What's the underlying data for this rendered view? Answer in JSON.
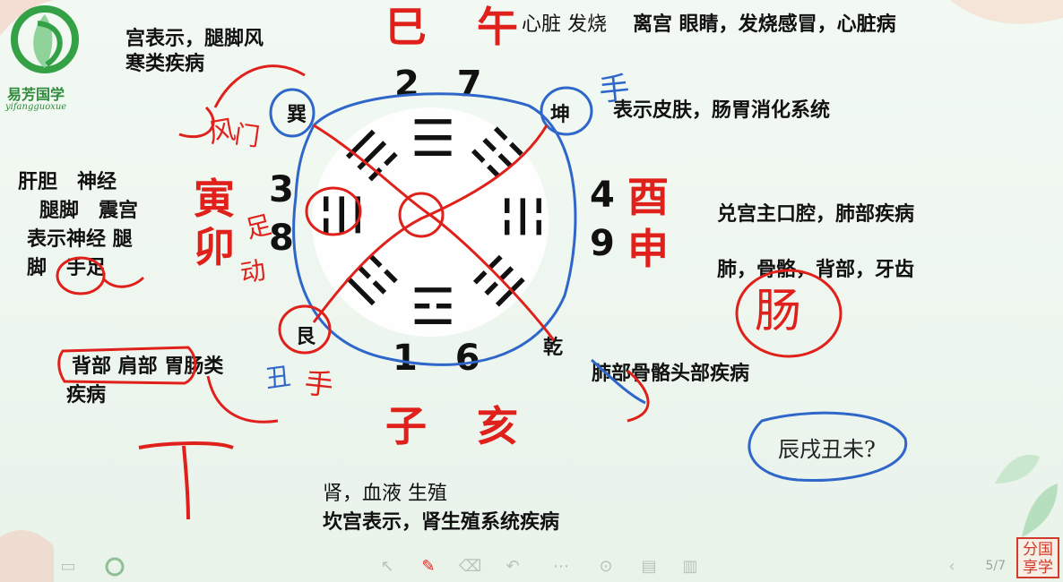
{
  "logo": {
    "brand_cn": "易芳国学",
    "brand_pinyin": "yifangguoxue"
  },
  "top": {
    "branches_top": "巳 午",
    "top_right_normal": "心脏 发烧",
    "top_right_bold": "离宫 眼睛，发烧感冒，心脏病",
    "num_top": "2 7"
  },
  "left_top": {
    "line1": "宫表示，腿脚风",
    "line2": "寒类疾病"
  },
  "left_mid": {
    "line1": "肝胆　神经",
    "line2": "腿脚　震宫",
    "line3": "表示神经 腿",
    "line4": "脚　手足"
  },
  "left_branch": {
    "line1": "寅",
    "line2": "卯"
  },
  "left_nums": {
    "line1": "3",
    "line2": "8"
  },
  "right_branch": {
    "line1": "酉",
    "line2": "申"
  },
  "right_nums": {
    "line1": "4",
    "line2": "9"
  },
  "right_top": {
    "text": "表示皮肤，肠胃消化系统"
  },
  "right_mid": {
    "line1": "兑宫主口腔，肺部疾病",
    "line2": "肺，骨骼，背部，牙齿"
  },
  "bottom_left": {
    "line1": "背部 肩部 胃肠类",
    "line2": "疾病"
  },
  "bottom_right": {
    "text": "肺部骨骼头部疾病"
  },
  "bottom": {
    "branches_bottom": "子 亥",
    "num_bottom": "1 6",
    "line1": "肾，血液 生殖",
    "line2": "坎宫表示，肾生殖系统疾病"
  },
  "palaces": {
    "xun": "巽",
    "kun": "坤",
    "gen": "艮",
    "qian": "乾"
  },
  "trigrams": {
    "n": "☰",
    "ne": "☷",
    "e": "☵",
    "se": "☶",
    "s": "☲",
    "sw": "☳",
    "w": "☴",
    "nw": "☱"
  },
  "handwriting": {
    "left_top_a": "风",
    "left_top_b": "门",
    "kun_side": "手",
    "left_mid_a": "足",
    "left_mid_b": "动",
    "bottom_left_a": "丑",
    "bottom_left_b": "手",
    "lower_left": "丁",
    "right_circle": "肠",
    "bubble": "辰戌丑未?"
  },
  "stamp": {
    "line1": "分国",
    "line2": "享学"
  },
  "page": "5/7",
  "colors": {
    "red": "#e0201a",
    "blue": "#2f66c9",
    "ink": "#111111",
    "bg": "#eef7ef"
  }
}
